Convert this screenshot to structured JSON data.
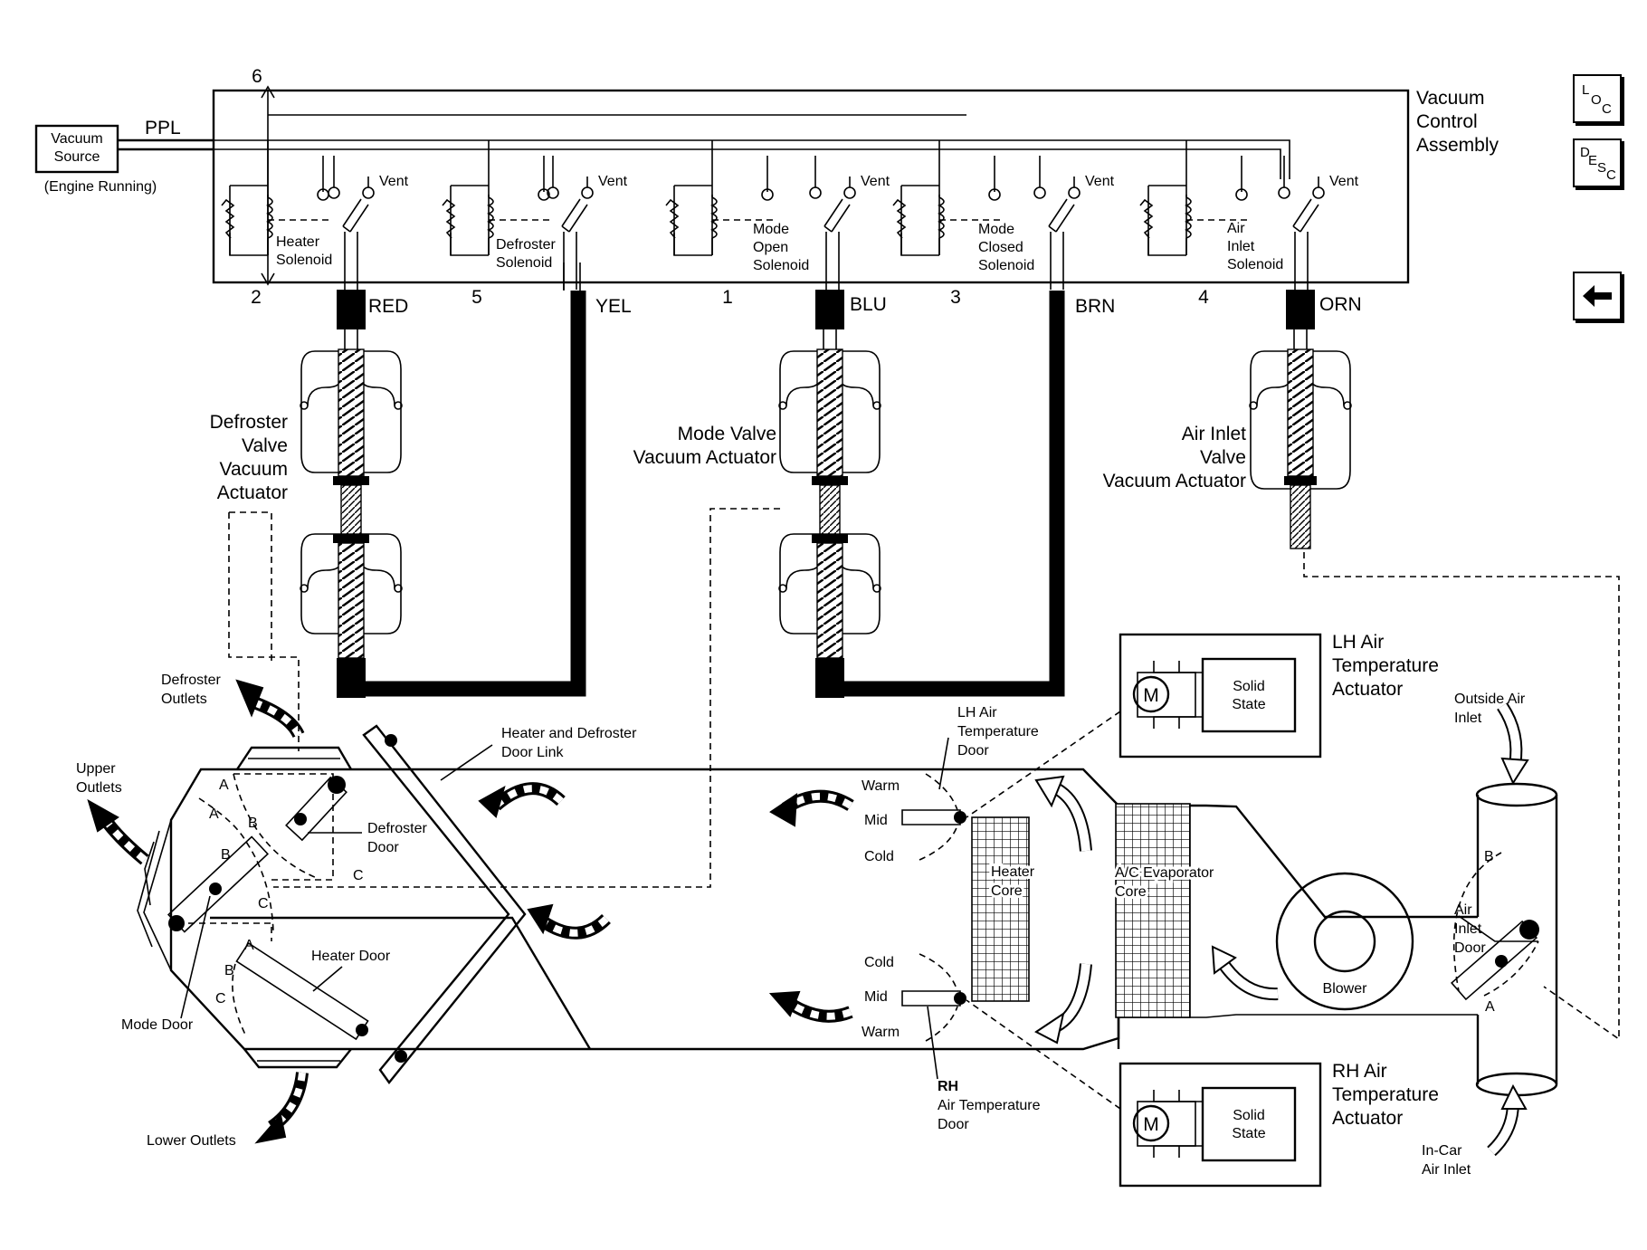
{
  "nav": {
    "loc": {
      "l": "L",
      "o": "O",
      "c": "C"
    },
    "desc": {
      "d": "D",
      "e": "E",
      "s": "S",
      "c": "C"
    },
    "back_icon": "left-arrow-icon"
  },
  "vacuum_source": {
    "label": "Vacuum\nSource",
    "note": "(Engine Running)",
    "line": "PPL"
  },
  "assembly": {
    "label": "Vacuum\nControl\nAssembly",
    "vent": "Vent",
    "supply_pin": "6"
  },
  "solenoids": [
    {
      "name": "Heater\nSolenoid",
      "pin": "2",
      "wire": "RED"
    },
    {
      "name": "Defroster\nSolenoid",
      "pin": "5",
      "wire": "YEL"
    },
    {
      "name": "Mode\nOpen\nSolenoid",
      "pin": "1",
      "wire": "BLU"
    },
    {
      "name": "Mode\nClosed\nSolenoid",
      "pin": "3",
      "wire": "BRN"
    },
    {
      "name": "Air\nInlet\nSolenoid",
      "pin": "4",
      "wire": "ORN"
    }
  ],
  "actuators": {
    "defroster": "Defroster\nValve\nVacuum\nActuator",
    "mode": "Mode Valve\nVacuum Actuator",
    "air_inlet": "Air Inlet\nValve\nVacuum Actuator",
    "lh_temp": "LH Air\nTemperature\nActuator",
    "rh_temp": "RH Air\nTemperature\nActuator",
    "motor": "M",
    "solid_state": "Solid\nState"
  },
  "hvac": {
    "defroster_outlets": "Defroster\nOutlets",
    "upper_outlets": "Upper\nOutlets",
    "lower_outlets": "Lower Outlets",
    "door_link": "Heater and Defroster\nDoor Link",
    "defroster_door": "Defroster\nDoor",
    "heater_door": "Heater Door",
    "mode_door": "Mode Door",
    "lh_temp_door": "LH Air\nTemperature\nDoor",
    "rh_temp_door_bold": "RH",
    "rh_temp_door": "Air Temperature\nDoor",
    "warm": "Warm",
    "mid": "Mid",
    "cold": "Cold",
    "heater_core": "Heater\nCore",
    "evaporator": "A/C Evaporator\nCore",
    "blower": "Blower",
    "air_inlet_door": "Air\nInlet\nDoor",
    "outside_air": "Outside Air\nInlet",
    "incar_air": "In-Car\nAir Inlet",
    "pos_a": "A",
    "pos_b": "B",
    "pos_c": "C"
  }
}
